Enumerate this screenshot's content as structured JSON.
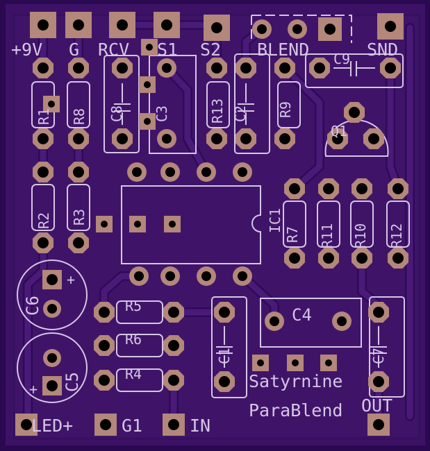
{
  "board": {
    "colors": {
      "board": "#3d1266",
      "edge": "#2a0950",
      "pad": "#b3877a",
      "silkscreen": "#d6c6e6"
    },
    "connectors": {
      "power": "+9V",
      "ground": "G",
      "receive": "RCV",
      "send1": "S1",
      "send2": "S2",
      "blend": "BLEND",
      "send": "SND",
      "led": "LED+",
      "ground1": "G1",
      "input": "IN",
      "output": "OUT"
    },
    "components": {
      "r1": "R1",
      "r8": "R8",
      "c8": "C8",
      "c3": "C3",
      "r13": "R13",
      "c2": "C2",
      "r9": "R9",
      "c9": "C9",
      "q1": "Q1",
      "r2": "R2",
      "r3": "R3",
      "ic1": "IC1",
      "r7": "R7",
      "r11": "R11",
      "r10": "R10",
      "r12": "R12",
      "c6": "C6",
      "c5": "C5",
      "r5": "R5",
      "r6": "R6",
      "r4": "R4",
      "c1": "C1",
      "c4": "C4",
      "c7": "C7"
    },
    "polarity": {
      "plus": "+"
    },
    "title": {
      "line1": "Satyrnine",
      "line2": "ParaBlend"
    }
  }
}
